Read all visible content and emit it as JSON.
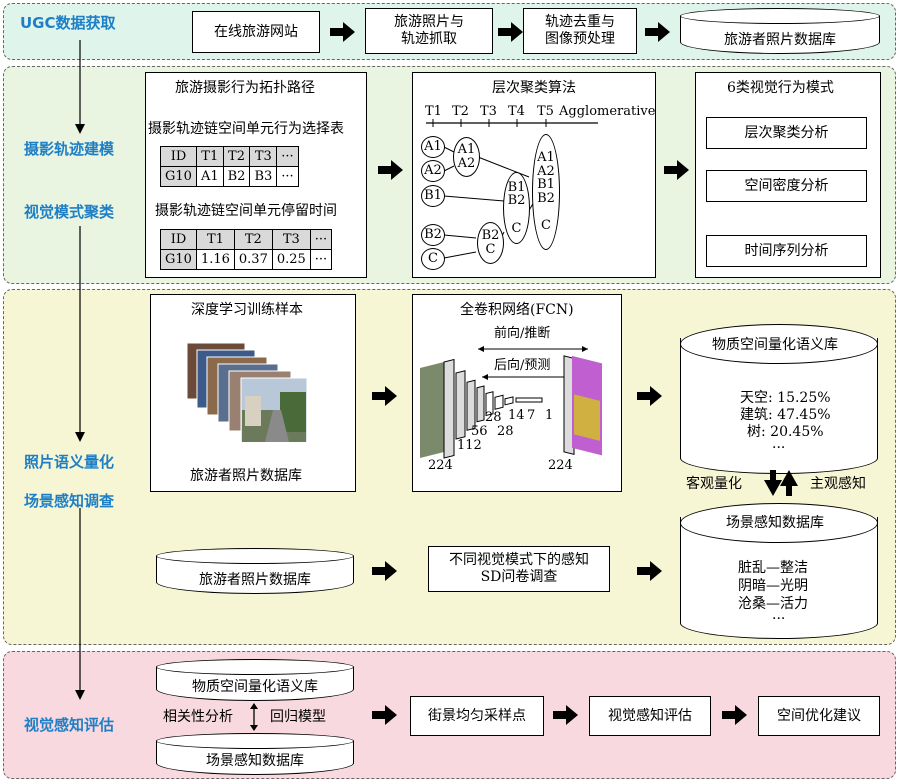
{
  "sections": {
    "acquisition": "UGC数据获取",
    "trajectory": "摄影轨迹建模",
    "visual_cluster": "视觉模式聚类",
    "semantic": "照片语义量化",
    "scene_survey": "场景感知调查",
    "evaluation": "视觉感知评估"
  },
  "acquisition": {
    "step1": "在线旅游网站",
    "step2": "旅游照片与\n轨迹抓取",
    "step3": "轨迹去重与\n图像预处理",
    "db": "旅游者照片数据库"
  },
  "topology": {
    "title": "旅游摄影行为拓扑路径",
    "table1_title": "摄影轨迹链空间单元行为选择表",
    "table1": {
      "headers": [
        "ID",
        "T1",
        "T2",
        "T3",
        "···"
      ],
      "row": [
        "G10",
        "A1",
        "B2",
        "B3",
        "···"
      ]
    },
    "table2_title": "摄影轨迹链空间单元停留时间",
    "table2": {
      "headers": [
        "ID",
        "T1",
        "T2",
        "T3",
        "···"
      ],
      "row": [
        "G10",
        "1.16",
        "0.37",
        "0.25",
        "···"
      ]
    }
  },
  "clustering": {
    "title": "层次聚类算法",
    "steps": [
      "T1",
      "T2",
      "T3",
      "T4",
      "T5"
    ],
    "algo": "Agglomerative",
    "nodes": {
      "a1": "A1",
      "a2": "A2",
      "b1": "B1",
      "b2": "B2",
      "c": "C",
      "a1a2": "A1\nA2",
      "b1b2c": "B1\nB2\n\nC",
      "b2c": "B2\nC",
      "all": "A1\nA2\nB1\nB2\n\nC"
    }
  },
  "patterns": {
    "title": "6类视觉行为模式",
    "items": [
      "层次聚类分析",
      "空间密度分析",
      "时间序列分析"
    ]
  },
  "deep_learning": {
    "sample_title": "深度学习训练样本",
    "sample_db": "旅游者照片数据库",
    "fcn_title": "全卷积网络(FCN)",
    "forward": "前向/推断",
    "backward": "后向/预测",
    "dims": [
      "224",
      "112",
      "56",
      "28",
      "28",
      "14",
      "7",
      "1",
      "224"
    ]
  },
  "semantic_db": {
    "title": "物质空间量化语义库",
    "lines": [
      "天空: 15.25%",
      "建筑: 47.45%",
      "树: 20.45%",
      "···"
    ]
  },
  "quantify": {
    "objective": "客观量化",
    "subjective": "主观感知"
  },
  "scene_db": {
    "title": "场景感知数据库",
    "lines": [
      "脏乱—整洁",
      "阴暗—光明",
      "沧桑—活力",
      "···"
    ]
  },
  "survey": {
    "db": "旅游者照片数据库",
    "sd": "不同视觉模式下的感知\nSD问卷调查"
  },
  "evaluation": {
    "db1": "物质空间量化语义库",
    "db2": "场景感知数据库",
    "corr": "相关性分析",
    "regr": "回归模型",
    "step1": "街景均匀采样点",
    "step2": "视觉感知评估",
    "step3": "空间优化建议"
  },
  "colors": {
    "section1_bg": "#dff5ec",
    "section2_bg": "#e9f5e0",
    "section3_bg": "#f7f6d4",
    "section4_bg": "#f8d9df",
    "label_blue": "#1e7fc6"
  }
}
